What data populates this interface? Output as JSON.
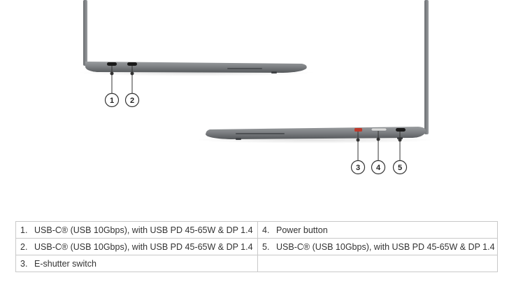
{
  "callouts": [
    "1",
    "2",
    "3",
    "4",
    "5"
  ],
  "ports": [
    {
      "number": "1.",
      "label": "USB-C® (USB 10Gbps), with USB PD 45-65W & DP 1.4"
    },
    {
      "number": "2.",
      "label": "USB-C® (USB 10Gbps), with USB PD 45-65W & DP 1.4"
    },
    {
      "number": "3.",
      "label": "E-shutter switch"
    },
    {
      "number": "4.",
      "label": "Power button"
    },
    {
      "number": "5.",
      "label": "USB-C® (USB 10Gbps), with USB PD 45-65W & DP 1.4"
    }
  ],
  "colors": {
    "chassis": "#7a7d80",
    "chassis_dark": "#5c5f62",
    "port": "#1a1a1a",
    "switch_red": "#c0392b",
    "table_border": "#c9c9c9"
  }
}
